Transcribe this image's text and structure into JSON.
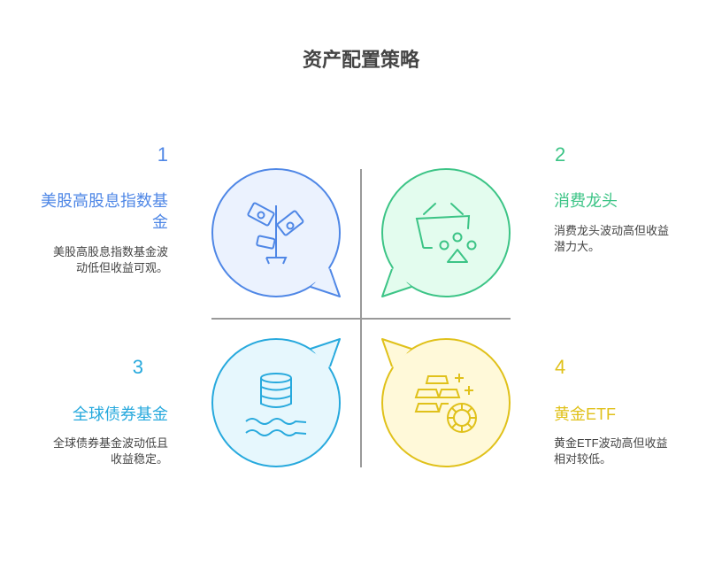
{
  "title": "资产配置策略",
  "colors": {
    "blue": "#4f87e6",
    "green": "#3cc486",
    "cyan": "#27a9dd",
    "yellow": "#e0c11a"
  },
  "items": [
    {
      "number": "1",
      "heading": "美股高股息指数基金",
      "description": "美股高股息指数基金波动低但收益可观。",
      "icon": "money-plant-icon"
    },
    {
      "number": "2",
      "heading": "消费龙头",
      "description": "消费龙头波动高但收益潜力大。",
      "icon": "shopping-basket-icon"
    },
    {
      "number": "3",
      "heading": "全球债券基金",
      "description": "全球债券基金波动低且收益稳定。",
      "icon": "database-waves-icon"
    },
    {
      "number": "4",
      "heading": "黄金ETF",
      "description": "黄金ETF波动高但收益相对较低。",
      "icon": "gold-bars-coin-icon"
    }
  ]
}
